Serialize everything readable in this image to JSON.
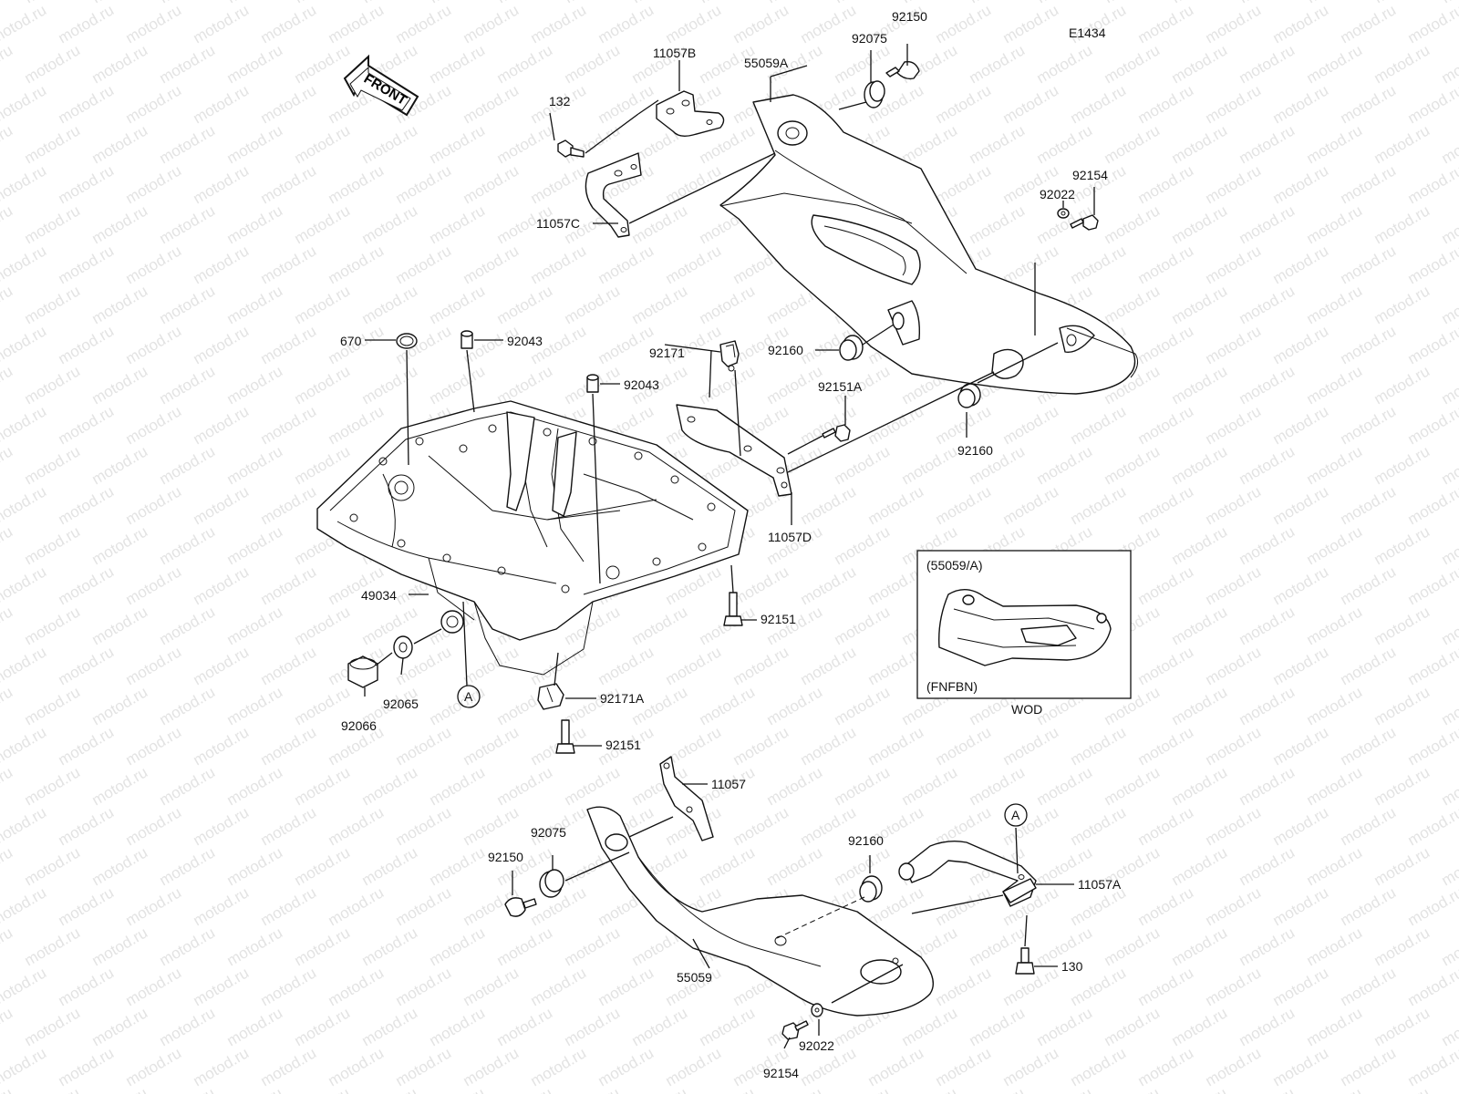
{
  "diagram": {
    "code": "E1434",
    "watermark": "motod.ru",
    "front_label": "FRONT",
    "callouts": {
      "c92150_top": "92150",
      "c92075_top": "92075",
      "c11057B": "11057B",
      "c55059A": "55059A",
      "c132": "132",
      "c11057C": "11057C",
      "c92154_top": "92154",
      "c92022_top": "92022",
      "c670": "670",
      "c92043_a": "92043",
      "c92171": "92171",
      "c92160_mid": "92160",
      "c92043_b": "92043",
      "c92151A": "92151A",
      "c92160_right": "92160",
      "c11057D": "11057D",
      "c49034": "49034",
      "c92151_a": "92151",
      "c92066": "92066",
      "c92065": "92065",
      "c92171A": "92171A",
      "c92151_b": "92151",
      "c11057": "11057",
      "c92075_bot": "92075",
      "c92150_bot": "92150",
      "c92160_bot": "92160",
      "c11057A": "11057A",
      "c55059": "55059",
      "c130": "130",
      "c92022_bot": "92022",
      "c92154_bot": "92154"
    },
    "ref_marks": {
      "a1": "A",
      "a2": "A"
    },
    "inset": {
      "top_text": "(55059/A)",
      "bottom_text": "(FNFBN)",
      "caption": "WOD"
    }
  }
}
